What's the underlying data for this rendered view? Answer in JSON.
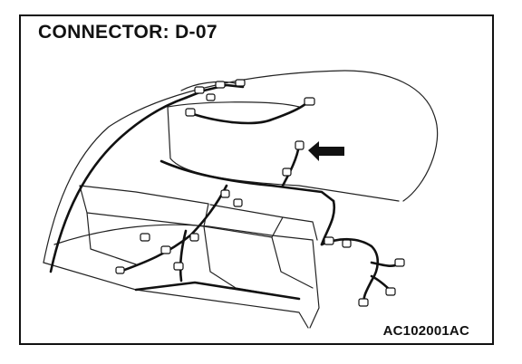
{
  "diagram": {
    "title": "CONNECTOR: D-07",
    "figure_code": "AC102001AC",
    "callout": "arrow pointing to connector D-07"
  }
}
